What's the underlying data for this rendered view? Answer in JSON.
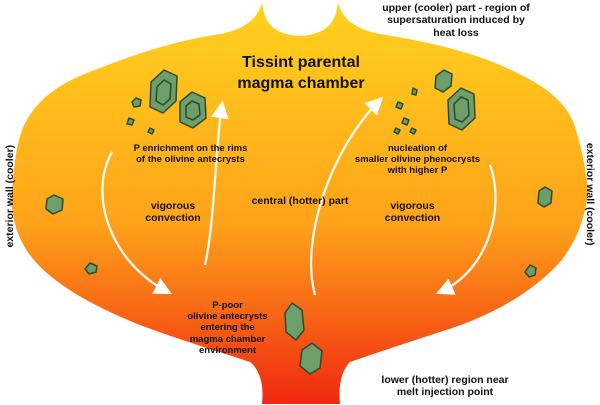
{
  "diagram": {
    "title": "Tissint parental\nmagma chamber",
    "labels": {
      "upper_region": "upper (cooler) part - region of\nsupersaturation induced by\nheat loss",
      "exterior_wall_left": "exterior wall (cooler)",
      "exterior_wall_right": "exterior wall (cooler)",
      "p_enrichment": "P enrichment on the rims\nof the olivine antecrysts",
      "nucleation": "nucleation of\nsmaller olivine phenocrysts\nwith higher P",
      "vigorous_left": "vigorous\nconvection",
      "vigorous_right": "vigorous\nconvection",
      "central": "central (hotter) part",
      "p_poor": "P-poor\nolivine antecrysts\nentering the\nmagma chamber\nenvironment",
      "lower_region": "lower (hotter) region near\nmelt injection point"
    },
    "colors": {
      "chamber_top": "#FFD21E",
      "chamber_mid": "#FFA31A",
      "chamber_bottom": "#F02810",
      "crystal_fill": "#6E9E6A",
      "crystal_edge": "#2E4A2E",
      "arrow": "#FFFFFF",
      "text": "#111111"
    }
  }
}
